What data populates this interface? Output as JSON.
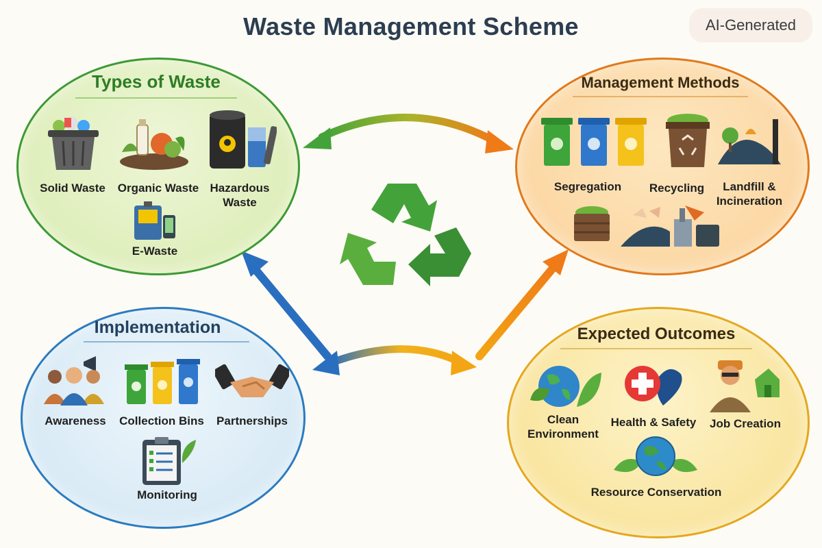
{
  "title": "Waste Management Scheme",
  "badge": "AI-Generated",
  "sections": {
    "types": {
      "title": "Types of Waste",
      "items": [
        "Solid Waste",
        "Organic Waste",
        "Hazardous Waste",
        "E-Waste"
      ]
    },
    "methods": {
      "title": "Management Methods",
      "items": [
        "Segregation",
        "Recycling",
        "Landfill & Incineration"
      ]
    },
    "implementation": {
      "title": "Implementation",
      "items": [
        "Awareness",
        "Collection Bins",
        "Partnerships",
        "Monitoring"
      ]
    },
    "outcomes": {
      "title": "Expected Outcomes",
      "items": [
        "Clean Environment",
        "Health & Safety",
        "Job Creation",
        "Resource Conservation"
      ]
    }
  },
  "colors": {
    "types": "#3d9a34",
    "methods": "#e07a1c",
    "implementation": "#2b7bbf",
    "outcomes": "#e4a81e",
    "recycle": "#3f9d3a"
  },
  "icons": {
    "center": "recycle-icon",
    "types": [
      "trash-bin-icon",
      "food-waste-icon",
      "toxic-barrel-icon",
      "electronics-icon"
    ],
    "methods": [
      "sorting-bins-icon",
      "recycle-bin-icon",
      "landfill-icon",
      "compost-crate-icon",
      "incinerator-icon"
    ],
    "implementation": [
      "people-megaphone-icon",
      "colored-bins-icon",
      "handshake-icon",
      "clipboard-icon"
    ],
    "outcomes": [
      "globe-leaf-icon",
      "health-heart-icon",
      "worker-icon",
      "globe-hands-icon"
    ]
  }
}
